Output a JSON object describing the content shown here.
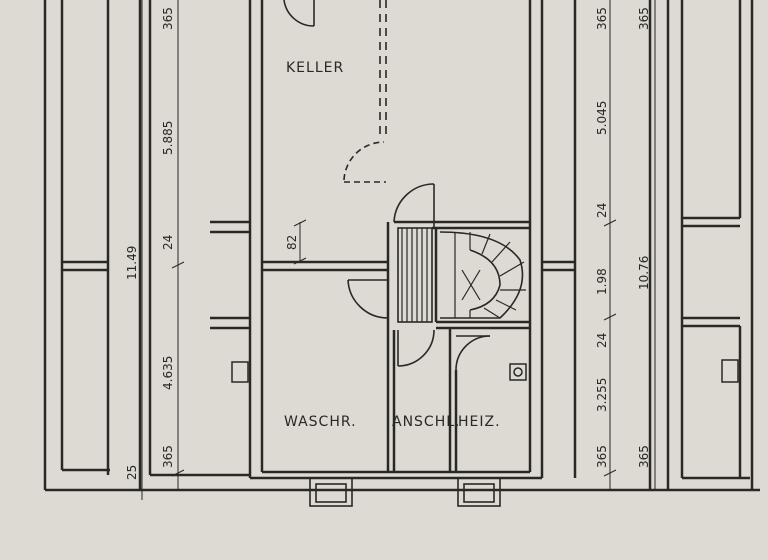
{
  "colors": {
    "paper": "#dcdad2",
    "ink": "#2a2824",
    "hatch": "#4a4842"
  },
  "rooms": {
    "keller": "KELLER",
    "waschraum": "WASCHR.",
    "anschluss": "ANSCHL.",
    "heizung": "HEIZ."
  },
  "dimensions": {
    "left": {
      "top": "365",
      "upper": "5.885",
      "mid": "24",
      "overall": "11.49",
      "lower": "4.635",
      "bottom": "365",
      "edge": "25"
    },
    "inner": {
      "wall": "82"
    },
    "right": {
      "top_a": "365",
      "top_b": "365",
      "upper": "5.045",
      "mid": "24",
      "stair": "1.98",
      "overall": "10.76",
      "sill": "24",
      "lower": "3.255",
      "bottom_a": "365",
      "bottom_b": "365"
    }
  }
}
